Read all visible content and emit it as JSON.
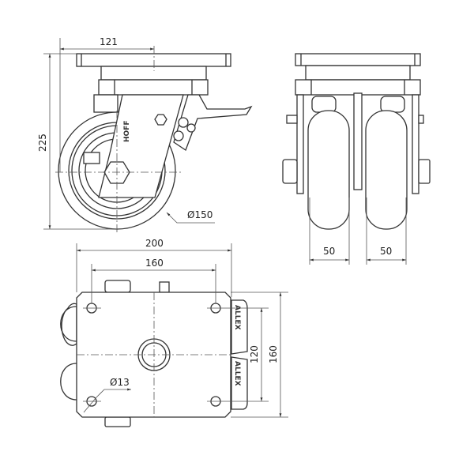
{
  "drawing": {
    "side_view": {
      "offset_label": "121",
      "height_label": "225",
      "wheel_diameter_label": "Ø150"
    },
    "front_view": {
      "left_wheel_width_label": "50",
      "right_wheel_width_label": "50"
    },
    "top_view": {
      "plate_width_label": "200",
      "hole_spacing_x_label": "160",
      "hole_spacing_y_label": "120",
      "plate_length_label": "160",
      "hole_diameter_label": "Ø13",
      "tyre_logo": "ALLEX"
    },
    "line_color": "#333333"
  }
}
